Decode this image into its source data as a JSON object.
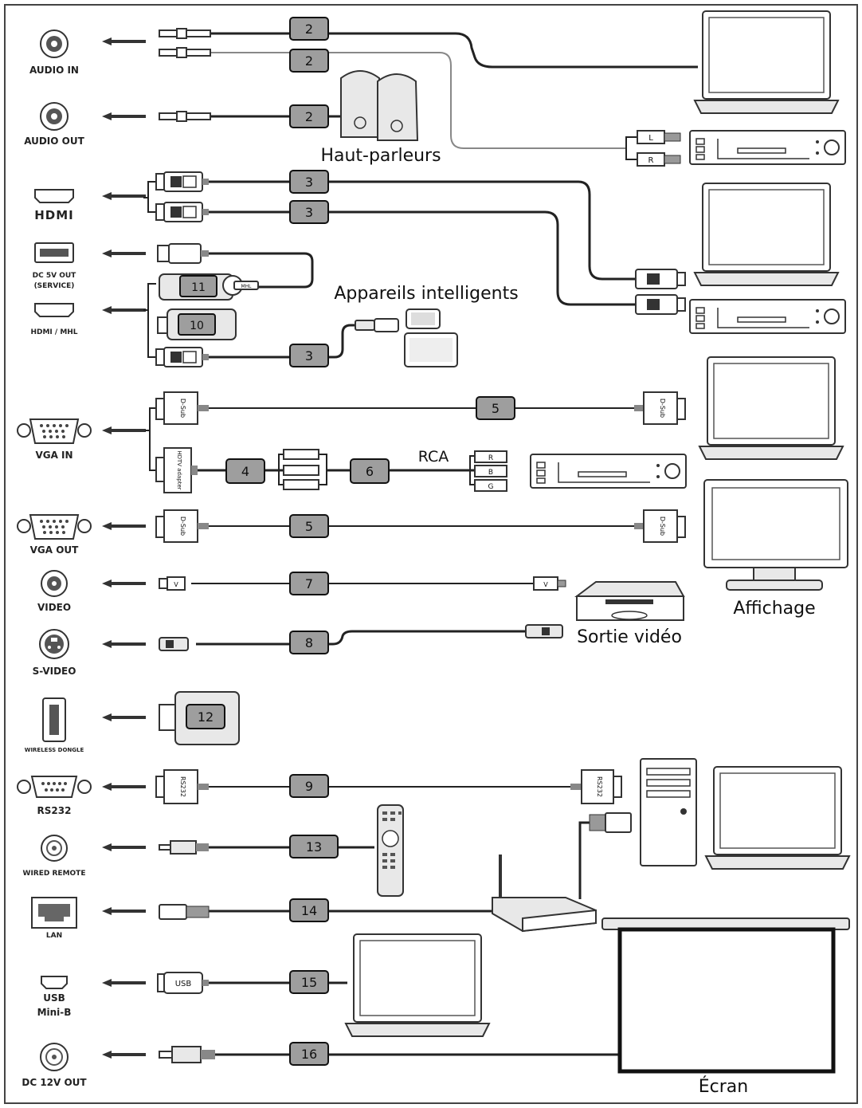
{
  "ports": [
    {
      "id": "audio-in",
      "label": "AUDIO IN"
    },
    {
      "id": "audio-out",
      "label": "AUDIO OUT"
    },
    {
      "id": "hdmi",
      "label": "HDMI"
    },
    {
      "id": "dc5v",
      "label1": "DC 5V OUT",
      "label2": "(SERVICE)"
    },
    {
      "id": "hdmi-mhl",
      "label": "HDMI / MHL"
    },
    {
      "id": "vga-in",
      "label": "VGA IN"
    },
    {
      "id": "vga-out",
      "label": "VGA OUT"
    },
    {
      "id": "video",
      "label": "VIDEO"
    },
    {
      "id": "s-video",
      "label": "S-VIDEO"
    },
    {
      "id": "wireless",
      "label": "WIRELESS DONGLE"
    },
    {
      "id": "rs232",
      "label": "RS232"
    },
    {
      "id": "wired-remote",
      "label": "WIRED REMOTE"
    },
    {
      "id": "lan",
      "label": "LAN"
    },
    {
      "id": "usb",
      "label1": "USB",
      "label2": "Mini-B"
    },
    {
      "id": "dc12v",
      "label": "DC 12V OUT"
    }
  ],
  "cable_numbers": {
    "audio_in_a": "2",
    "audio_in_b": "2",
    "audio_out": "2",
    "hdmi_a": "3",
    "hdmi_b": "3",
    "mhl": "3",
    "dongle_11": "11",
    "dongle_10": "10",
    "vga_in": "5",
    "component": "4",
    "rca": "6",
    "vga_out": "5",
    "video": "7",
    "svideo": "8",
    "wireless": "12",
    "rs232": "9",
    "remote": "13",
    "lan": "14",
    "usb": "15",
    "dc12v": "16"
  },
  "device_labels": {
    "speakers": "Haut-parleurs",
    "smart": "Appareils intelligents",
    "rca": "RCA",
    "display": "Affichage",
    "video_out": "Sortie vidéo",
    "screen": "Écran"
  },
  "connector_texts": {
    "dsub": "D-Sub",
    "hdtv": "HDTV adapter",
    "rs232": "RS232",
    "usb": "USB",
    "left": "L",
    "right": "R",
    "r": "R",
    "b": "B",
    "g": "G",
    "v": "V",
    "mhl": "MHL"
  }
}
